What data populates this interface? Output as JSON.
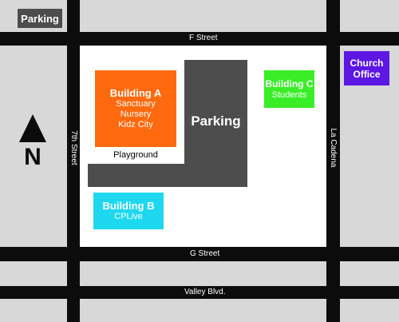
{
  "parking_sign": {
    "label": "Parking",
    "color": "#4d4d4d"
  },
  "streets": {
    "north": "F Street",
    "south": "G Street",
    "bottom": "Valley Blvd.",
    "west": "7th Street",
    "east": "La Cadena"
  },
  "buildings": {
    "a": {
      "name": "Building A",
      "rooms": [
        "Sanctuary",
        "Nursery",
        "Kidz City"
      ],
      "color": "#ff6a0e"
    },
    "b": {
      "name": "Building B",
      "rooms": [
        "CPLive"
      ],
      "color": "#1ed8ef"
    },
    "c": {
      "name": "Building C",
      "rooms": [
        "Students"
      ],
      "color": "#39ee27"
    }
  },
  "church_office": {
    "lines": [
      "Church",
      "Office"
    ],
    "color": "#5d17e3"
  },
  "campus_parking": {
    "label": "Parking",
    "color": "#4d4d4d"
  },
  "playground": {
    "label": "Playground"
  },
  "compass": {
    "label": "N"
  },
  "colors": {
    "road": "#0c0c0c",
    "ground": "#d8d8d8",
    "campus": "#ffffff"
  }
}
